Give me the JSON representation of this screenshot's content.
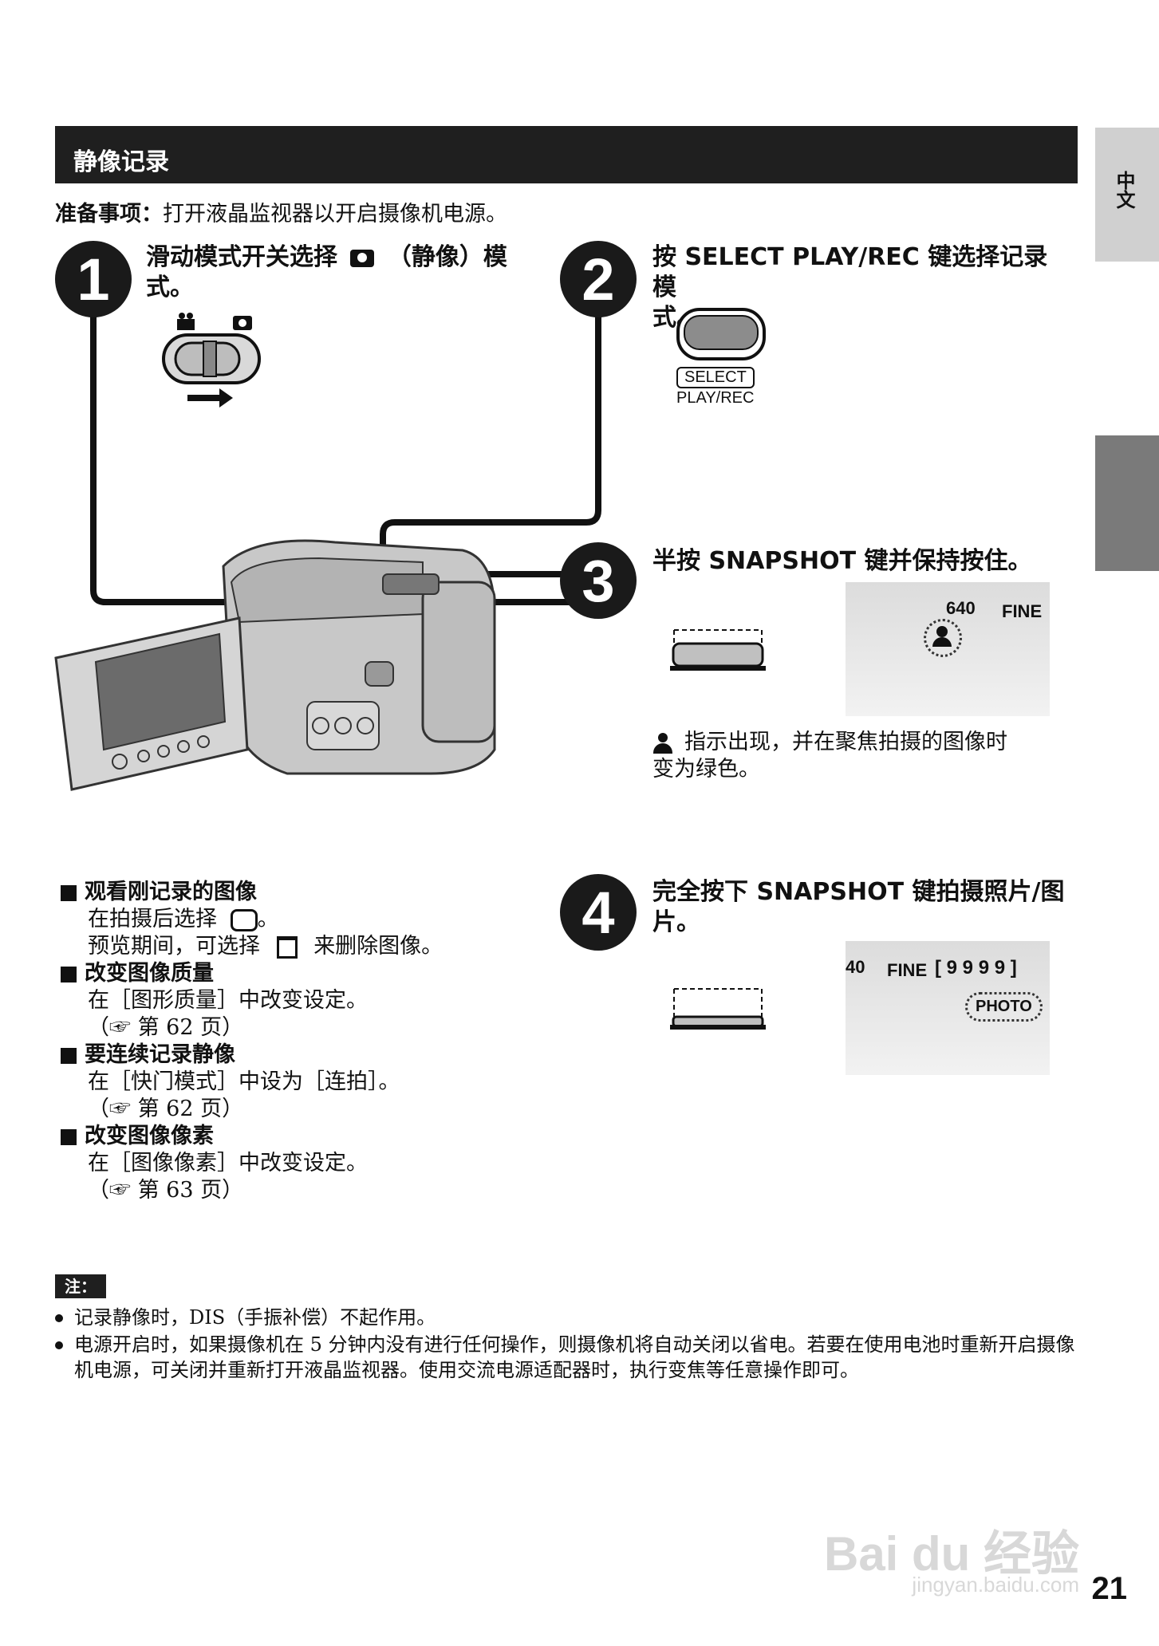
{
  "header": {
    "title": "静像记录"
  },
  "prep": {
    "label": "准备事项：",
    "text": "打开液晶监视器以开启摄像机电源。"
  },
  "side_tab": {
    "language": "中文"
  },
  "steps": [
    {
      "num": "1",
      "line1": "滑动模式开关选择",
      "line1_after": "（静像）模",
      "line2": "式。"
    },
    {
      "num": "2",
      "line1": "按 SELECT PLAY/REC 键选择记录模",
      "line2": "式。",
      "button_label1": "SELECT",
      "button_label2": "PLAY/REC"
    },
    {
      "num": "3",
      "line1": "半按 SNAPSHOT 键并保持按住。",
      "lcd_res": "640",
      "lcd_quality": "FINE",
      "tip_line1": "指示出现，并在聚焦拍摄的图像时",
      "tip_line2": "变为绿色。"
    },
    {
      "num": "4",
      "line1": "完全按下 SNAPSHOT 键拍摄照片/图",
      "line2": "片。",
      "lcd_res": "40",
      "lcd_quality": "FINE",
      "lcd_count": "[ 9 9 9 9 ]",
      "lcd_photo": "PHOTO"
    }
  ],
  "sections": [
    {
      "head": "观看刚记录的图像",
      "lines": [
        "在拍摄后选择",
        "预览期间，可选择",
        "来删除图像。"
      ]
    },
    {
      "head": "改变图像质量",
      "lines": [
        "在［图形质量］中改变设定。",
        "（☞ 第 62 页）"
      ]
    },
    {
      "head": "要连续记录静像",
      "lines": [
        "在［快门模式］中设为［连拍］。",
        "（☞ 第 62 页）"
      ]
    },
    {
      "head": "改变图像像素",
      "lines": [
        "在［图像像素］中改变设定。",
        "（☞ 第 63 页）"
      ]
    }
  ],
  "notes": {
    "badge": "注：",
    "items": [
      "记录静像时，DIS（手振补偿）不起作用。",
      "电源开启时，如果摄像机在 5 分钟内没有进行任何操作，则摄像机将自动关闭以省电。若要在使用电池时重新开启摄像机电源，可关闭并重新打开液晶监视器。使用交流电源适配器时，执行变焦等任意操作即可。"
    ]
  },
  "watermark": {
    "brand": "Bai du 经验",
    "url": "jingyan.baidu.com"
  },
  "page_number": "21"
}
